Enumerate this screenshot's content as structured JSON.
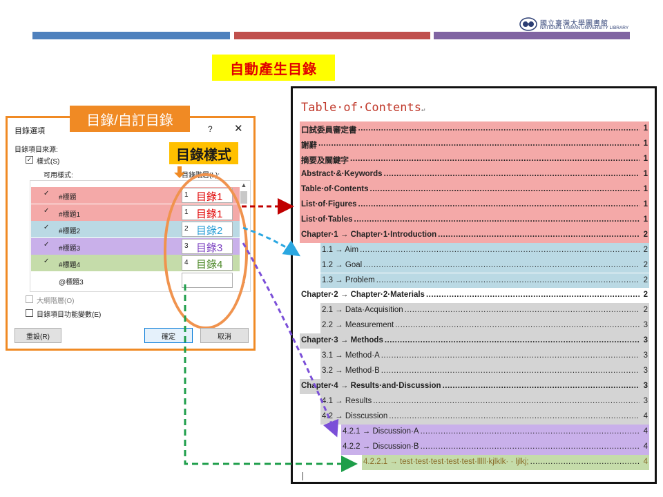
{
  "colors": {
    "bar_blue": "#4f81bd",
    "bar_red": "#c0504d",
    "bar_purple": "#8064a2",
    "accent_orange": "#f08a24",
    "highlight_yellow": "#ffff00",
    "red_band": "#f4a9a8",
    "blue_band": "#bad9e4",
    "purple_band": "#c9b0ea",
    "green_band": "#c5dcaa",
    "gray_band": "#d4d4d4",
    "red_arrow": "#c00000",
    "blue_arrow": "#2aa7e1",
    "purple_arrow": "#7b4fd8",
    "green_arrow": "#1e9e4a"
  },
  "logo": {
    "cn": "國立臺灣大學圖書館",
    "en": "NATIONAL TAIWAN UNIVERSITY LIBRARY",
    "icon": "ntu-library-logo-icon"
  },
  "slide_title": "自動產生目錄",
  "dialog": {
    "window_title": "目錄選項",
    "help_label": "?",
    "close_icon": "close-icon",
    "label_custom_toc": "目錄/自訂目錄",
    "label_toc_style": "目錄樣式",
    "source_label": "目錄項目來源:",
    "styles_checkbox_label": "樣式(S)",
    "styles_checked": true,
    "available_styles_label": "可用樣式:",
    "toc_level_label": "目錄階層(L):",
    "rows": [
      {
        "style": "#標題",
        "checked": true,
        "level": "1",
        "tag": "目錄1",
        "tag_color": "#e00000",
        "band": "red"
      },
      {
        "style": "#標題1",
        "checked": true,
        "level": "1",
        "tag": "目錄1",
        "tag_color": "#e00000",
        "band": "red"
      },
      {
        "style": "#標題2",
        "checked": true,
        "level": "2",
        "tag": "目錄2",
        "tag_color": "#2a9fd6",
        "band": "blue"
      },
      {
        "style": "#標題3",
        "checked": true,
        "level": "3",
        "tag": "目錄3",
        "tag_color": "#7a3fc0",
        "band": "purple"
      },
      {
        "style": "#標題4",
        "checked": true,
        "level": "4",
        "tag": "目錄4",
        "tag_color": "#4e8a2a",
        "band": "green"
      },
      {
        "style": "@標題3",
        "checked": false,
        "level": "",
        "tag": "",
        "tag_color": "#222222",
        "band": "none"
      }
    ],
    "outline_levels_label": "大綱階層(O)",
    "outline_levels_checked": false,
    "toc_entry_fields_label": "目錄項目功能變數(E)",
    "toc_entry_fields_checked": false,
    "reset_button": "重設(R)",
    "ok_button": "確定",
    "cancel_button": "取消"
  },
  "toc_doc": {
    "title": "Table·of·Contents",
    "title_mark": "↵",
    "entries": [
      {
        "label": "口試委員審定書",
        "page": "1",
        "band": "red",
        "bold": true,
        "indent": 0
      },
      {
        "label": "謝辭",
        "page": "1",
        "band": "red",
        "bold": true,
        "indent": 0
      },
      {
        "label": "摘要及關鍵字",
        "page": "1",
        "band": "red",
        "bold": true,
        "indent": 0
      },
      {
        "label": "Abstract·&·Keywords",
        "page": "1",
        "band": "red",
        "bold": true,
        "indent": 0
      },
      {
        "label": "Table·of·Contents",
        "page": "1",
        "band": "red",
        "bold": true,
        "indent": 0
      },
      {
        "label": "List·of·Figures",
        "page": "1",
        "band": "red",
        "bold": true,
        "indent": 0
      },
      {
        "label": "List·of·Tables",
        "page": "1",
        "band": "red",
        "bold": true,
        "indent": 0
      },
      {
        "label": "Chapter·1 → Chapter·1·Introduction",
        "page": "2",
        "band": "red",
        "bold": true,
        "indent": 0
      },
      {
        "label": "1.1 → Aim",
        "page": "2",
        "band": "blue",
        "bold": false,
        "indent": 1
      },
      {
        "label": "1.2 → Goal",
        "page": "2",
        "band": "blue",
        "bold": false,
        "indent": 1
      },
      {
        "label": "1.3 → Problem",
        "page": "2",
        "band": "blue",
        "bold": false,
        "indent": 1
      },
      {
        "label": "Chapter·2 → Chapter·2·Materials",
        "page": "2",
        "band": "none",
        "bold": true,
        "indent": 0
      },
      {
        "label": "2.1 → Data·Acquisition",
        "page": "2",
        "band": "gray",
        "bold": false,
        "indent": 1
      },
      {
        "label": "2.2 → Measurement",
        "page": "3",
        "band": "gray",
        "bold": false,
        "indent": 1
      },
      {
        "label": "Chapter·3 → Methods",
        "page": "3",
        "band": "gray",
        "bold": true,
        "indent": 0
      },
      {
        "label": "3.1 → Method·A",
        "page": "3",
        "band": "gray",
        "bold": false,
        "indent": 1
      },
      {
        "label": "3.2 → Method·B",
        "page": "3",
        "band": "gray",
        "bold": false,
        "indent": 1
      },
      {
        "label": "Chapter·4 → Results·and·Discussion",
        "page": "3",
        "band": "gray",
        "bold": true,
        "indent": 0
      },
      {
        "label": "4.1 → Results",
        "page": "3",
        "band": "gray",
        "bold": false,
        "indent": 1
      },
      {
        "label": "4.2 → Disscussion",
        "page": "4",
        "band": "gray",
        "bold": false,
        "indent": 1
      },
      {
        "label": "4.2.1 → Discussion·A",
        "page": "4",
        "band": "purple",
        "bold": false,
        "indent": 2
      },
      {
        "label": "4.2.2 → Discussion·B",
        "page": "4",
        "band": "purple",
        "bold": false,
        "indent": 2
      },
      {
        "label": "4.2.2.1 → test·test·test·test·test·lllll·kjlklk· · ljlkj;",
        "page": "4",
        "band": "green",
        "bold": false,
        "indent": 3
      }
    ]
  }
}
